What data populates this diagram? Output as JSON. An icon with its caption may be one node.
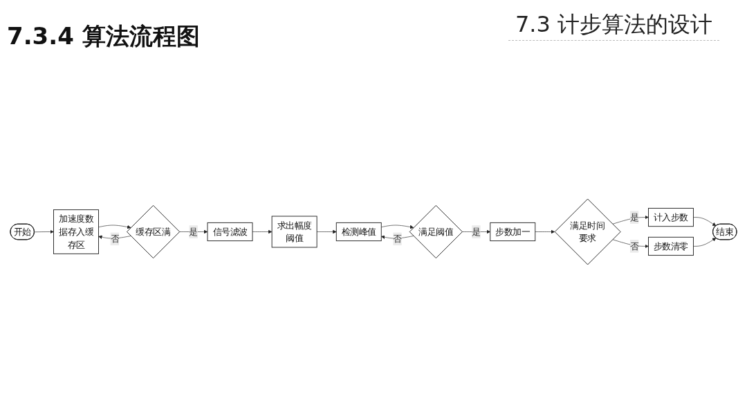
{
  "diagram": {
    "title": "7.3.4 算法流程图",
    "nodes": [
      {
        "text": [
          "开始"
        ]
      },
      {
        "text": [
          "加速度数据存入缓存区"
        ]
      },
      {
        "text": [
          "缓存区满"
        ]
      },
      {
        "text": [
          "信号滤波"
        ]
      },
      {
        "text": [
          "求出幅度阈值"
        ]
      },
      {
        "text": [
          "检测峰值"
        ]
      },
      {
        "text": [
          "满足阈值"
        ]
      },
      {
        "text": [
          "步数加一"
        ]
      },
      {
        "text": [
          "满足时间要求"
        ]
      },
      {
        "text": [
          "步数清零"
        ]
      },
      {
        "text": [
          "计入步数"
        ]
      },
      {
        "text": [
          "结束"
        ]
      }
    ],
    "edges": [
      {
        "from": 0,
        "to": 1,
        "arrow": "to"
      },
      {
        "from": 1,
        "to": 2,
        "arrow": "to"
      },
      {
        "from": 2,
        "to": 1,
        "arrow": "to",
        "label": "否"
      },
      {
        "from": 2,
        "to": 3,
        "arrow": "to",
        "label": "是"
      },
      {
        "from": 3,
        "to": 4,
        "arrow": "to"
      },
      {
        "from": 4,
        "to": 5,
        "arrow": "to"
      },
      {
        "from": 5,
        "to": 6,
        "arrow": "to"
      },
      {
        "from": 6,
        "to": 5,
        "arrow": "to",
        "label": "否"
      },
      {
        "from": 6,
        "to": 7,
        "arrow": "to",
        "label": "是"
      },
      {
        "from": 7,
        "to": 8,
        "arrow": "to"
      },
      {
        "from": 8,
        "to": 9,
        "arrow": "to",
        "label": "否"
      },
      {
        "from": 8,
        "to": 10,
        "arrow": "to",
        "label": "是"
      },
      {
        "from": 10,
        "to": 11,
        "arrow": "to"
      },
      {
        "from": 9,
        "to": 11,
        "arrow": "to"
      }
    ],
    "labels": [
      "7.3 计步算法的设计"
    ]
  }
}
